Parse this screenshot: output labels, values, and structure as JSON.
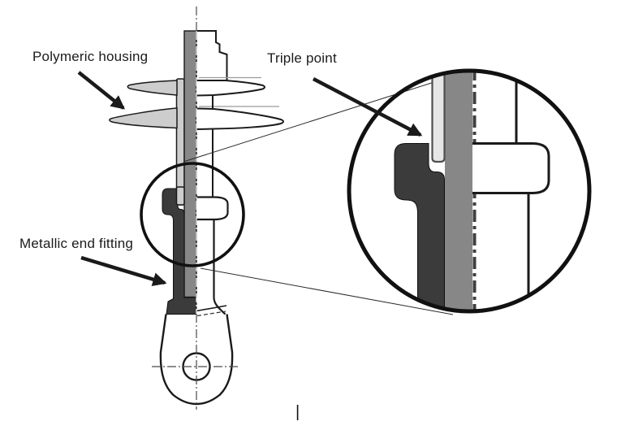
{
  "figure": {
    "labels": {
      "polymeric_housing": "Polymeric housing",
      "triple_point": "Triple point",
      "metallic_end_fitting": "Metallic end fitting"
    },
    "stray_mark": "|",
    "theme_colors": {
      "page_bg": "#ffffff",
      "outline": "#1a1a1a",
      "rod_gray": "#878787",
      "housing_gray": "#cdcdcd",
      "fitting_dark": "#3b3b3b",
      "sheath_light": "#e6e6e6",
      "sheath_outline": "#4f4f4f",
      "centerline_dark": "#4a4a4a",
      "centerline_light": "#e8e8e8",
      "surface_line": "#9b9b9b",
      "label_color": "#1b1b1b"
    }
  }
}
